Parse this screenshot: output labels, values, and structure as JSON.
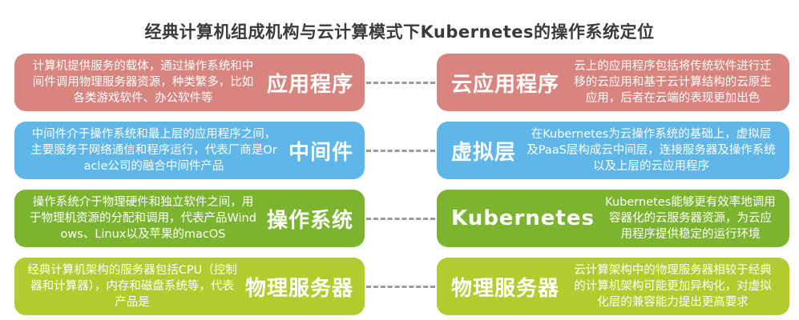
{
  "title": "经典计算机组成机构与云计算模式下Kubernetes的操作系统定位",
  "colors": {
    "pink": "#d8857f",
    "blue": "#5fb6e8",
    "green": "#7db42f",
    "lime": "#b2cb2e",
    "connector": "#9a9a9a",
    "title_text": "#3a3a3a"
  },
  "rows": [
    {
      "left": {
        "label": "应用程序",
        "desc": "计算机提供服务的载体，通过操作系统和中间件调用物理服务器资源，种类繁多，比如各类游戏软件、办公软件等"
      },
      "right": {
        "label": "云应用程序",
        "desc": "云上的应用程序包括将传统软件进行迁移的云应用和基于云计算结构的云原生应用，后者在云端的表现更加出色"
      }
    },
    {
      "left": {
        "label": "中间件",
        "desc": "中间件介于操作系统和最上层的应用程序之间，主要服务于网络通信和程序运行，代表厂商是Oracle公司的融合中间件产品"
      },
      "right": {
        "label": "虚拟层",
        "desc": "在Kubernetes为云操作系统的基础上，虚拟层及PaaS层构成云中间层，连接服务器及操作系统以及上层的云应用程序"
      }
    },
    {
      "left": {
        "label": "操作系统",
        "desc": "操作系统介于物理硬件和独立软件之间，用于物理机资源的分配和调用，代表产品Windows、Linux以及苹果的macOS"
      },
      "right": {
        "label": "Kubernetes",
        "desc": "Kubernetes能够更有效率地调用容器化的云服务器资源，为云应用程序提供稳定的运行环境"
      }
    },
    {
      "left": {
        "label": "物理服务器",
        "desc": "经典计算机架构的服务器包括CPU（控制器和计算器），内存和磁盘系统等，代表产品是"
      },
      "right": {
        "label": "物理服务器",
        "desc": "云计算架构中的物理服务器相较于经典的计算机架构可能更加异构化，对虚拟化层的兼容能力提出更高要求"
      }
    }
  ]
}
